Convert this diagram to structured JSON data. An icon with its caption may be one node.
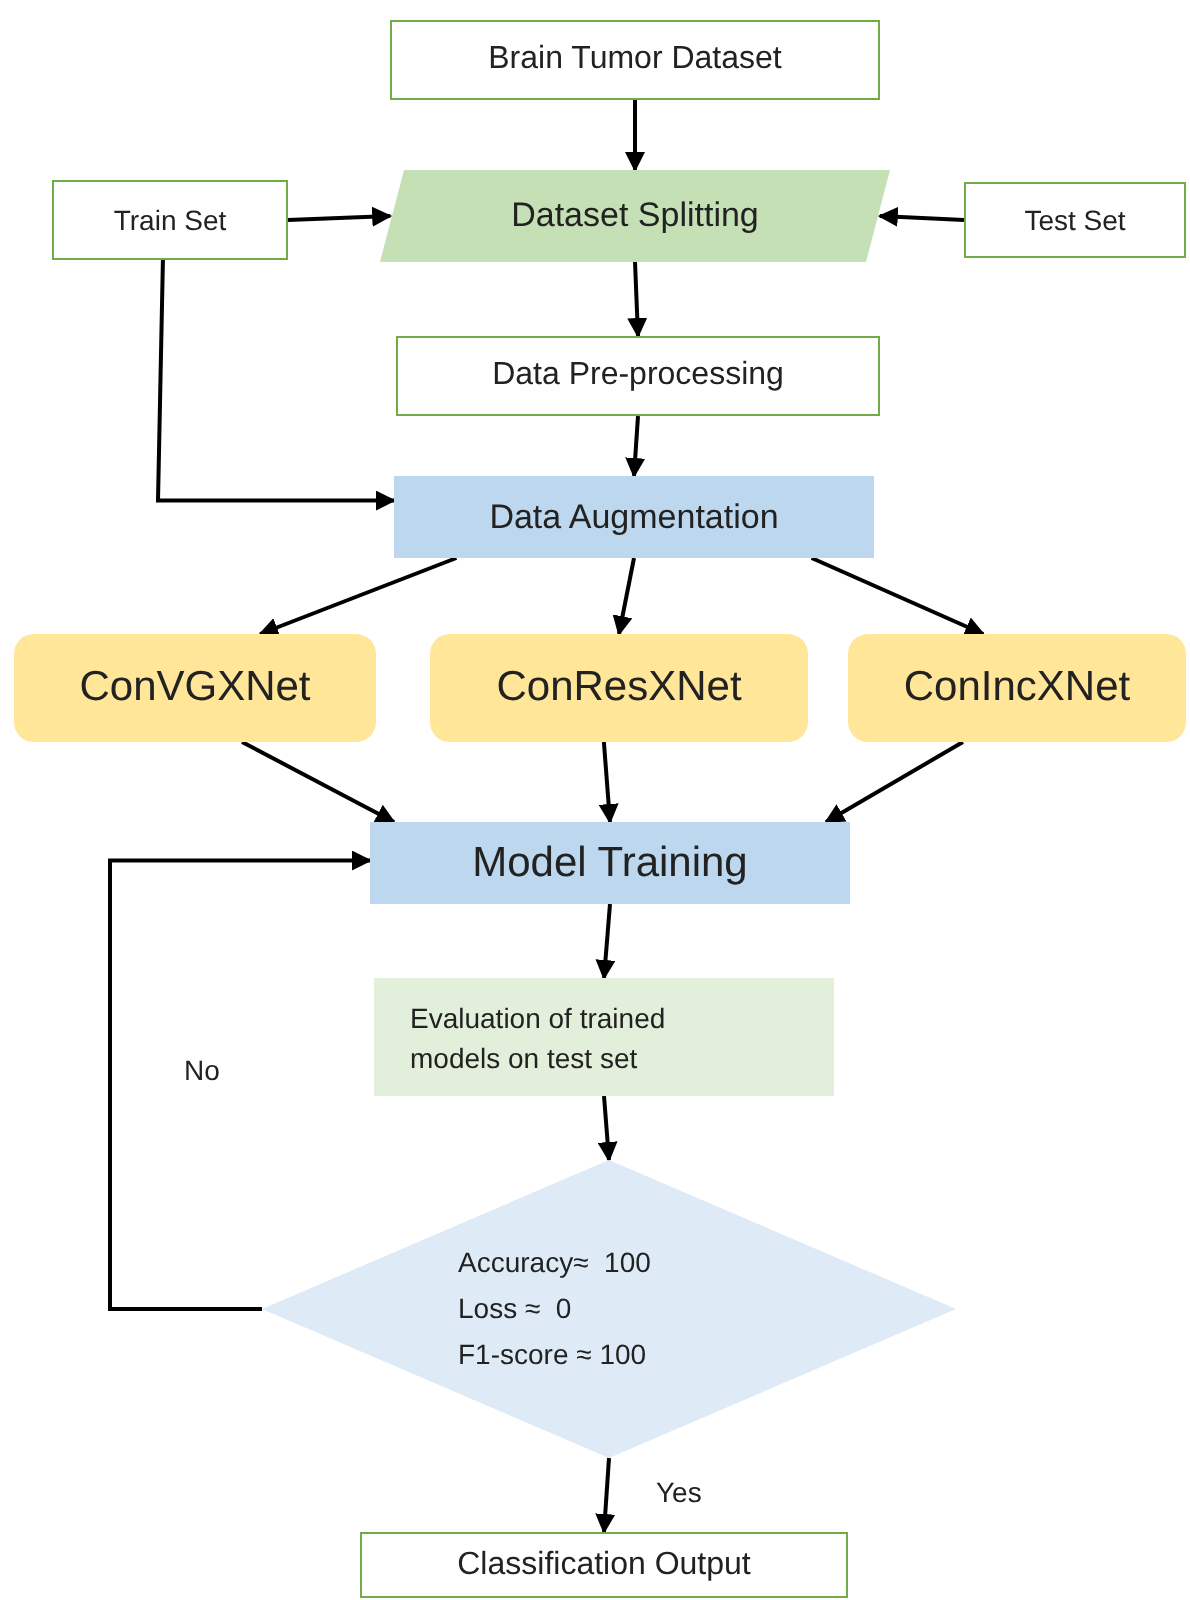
{
  "diagram": {
    "nodes": [
      {
        "text": [
          "Brain Tumor Dataset"
        ]
      },
      {
        "text": [
          "Train Set"
        ]
      },
      {
        "text": [
          "Dataset Splitting"
        ]
      },
      {
        "text": [
          "Test Set"
        ]
      },
      {
        "text": [
          "Data Pre-processing"
        ]
      },
      {
        "text": [
          "Data Augmentation"
        ]
      },
      {
        "text": [
          "ConVGXNet"
        ]
      },
      {
        "text": [
          "ConResXNet"
        ]
      },
      {
        "text": [
          "ConIncXNet"
        ]
      },
      {
        "text": [
          "Model Training"
        ]
      },
      {
        "text": [
          "Evaluation of trained models on test set"
        ]
      },
      {
        "text": [
          "Accuracy≈  100",
          "Loss ≈  0",
          "F1-score ≈ 100"
        ]
      },
      {
        "text": [
          "Classification Output"
        ]
      }
    ],
    "edges": [
      {
        "from": 0,
        "to": 2,
        "arrow": "to"
      },
      {
        "from": 1,
        "to": 2,
        "arrow": "to"
      },
      {
        "from": 3,
        "to": 2,
        "arrow": "to"
      },
      {
        "from": 2,
        "to": 4,
        "arrow": "to"
      },
      {
        "from": 4,
        "to": 5,
        "arrow": "to"
      },
      {
        "from": 1,
        "to": 5,
        "arrow": "to"
      },
      {
        "from": 5,
        "to": 6,
        "arrow": "to"
      },
      {
        "from": 5,
        "to": 7,
        "arrow": "to"
      },
      {
        "from": 5,
        "to": 8,
        "arrow": "to"
      },
      {
        "from": 6,
        "to": 9,
        "arrow": "to"
      },
      {
        "from": 7,
        "to": 9,
        "arrow": "to"
      },
      {
        "from": 8,
        "to": 9,
        "arrow": "to"
      },
      {
        "from": 9,
        "to": 10,
        "arrow": "to"
      },
      {
        "from": 10,
        "to": 11,
        "arrow": "to"
      },
      {
        "from": 11,
        "to": 9,
        "arrow": "to",
        "label": "No"
      },
      {
        "from": 11,
        "to": 12,
        "arrow": "to",
        "label": "Yes"
      }
    ]
  }
}
